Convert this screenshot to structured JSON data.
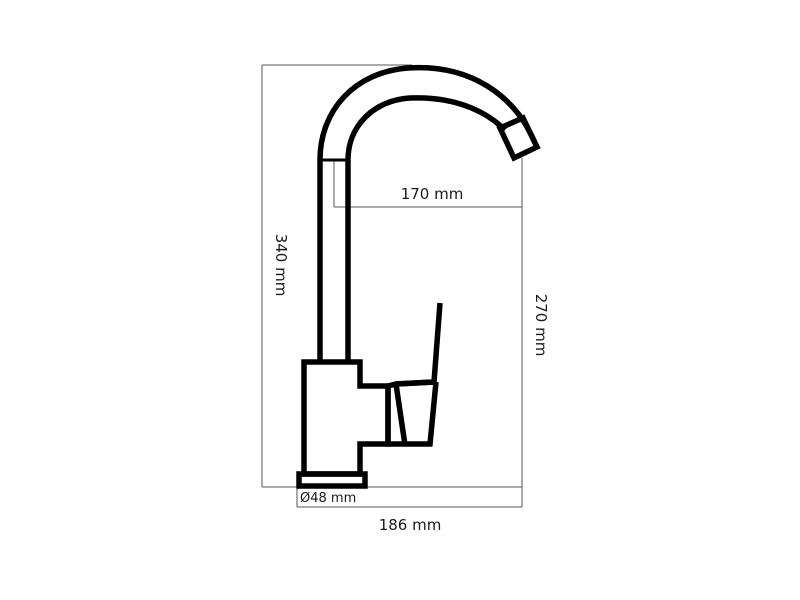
{
  "dimensions": {
    "total_height": "340 mm",
    "spout_height": "270 mm",
    "spout_reach": "170 mm",
    "base_diameter": "Ø48 mm",
    "total_depth": "186 mm"
  },
  "colors": {
    "outline": "#000000",
    "dimension_line": "#555555",
    "text": "#1a1a1a"
  }
}
